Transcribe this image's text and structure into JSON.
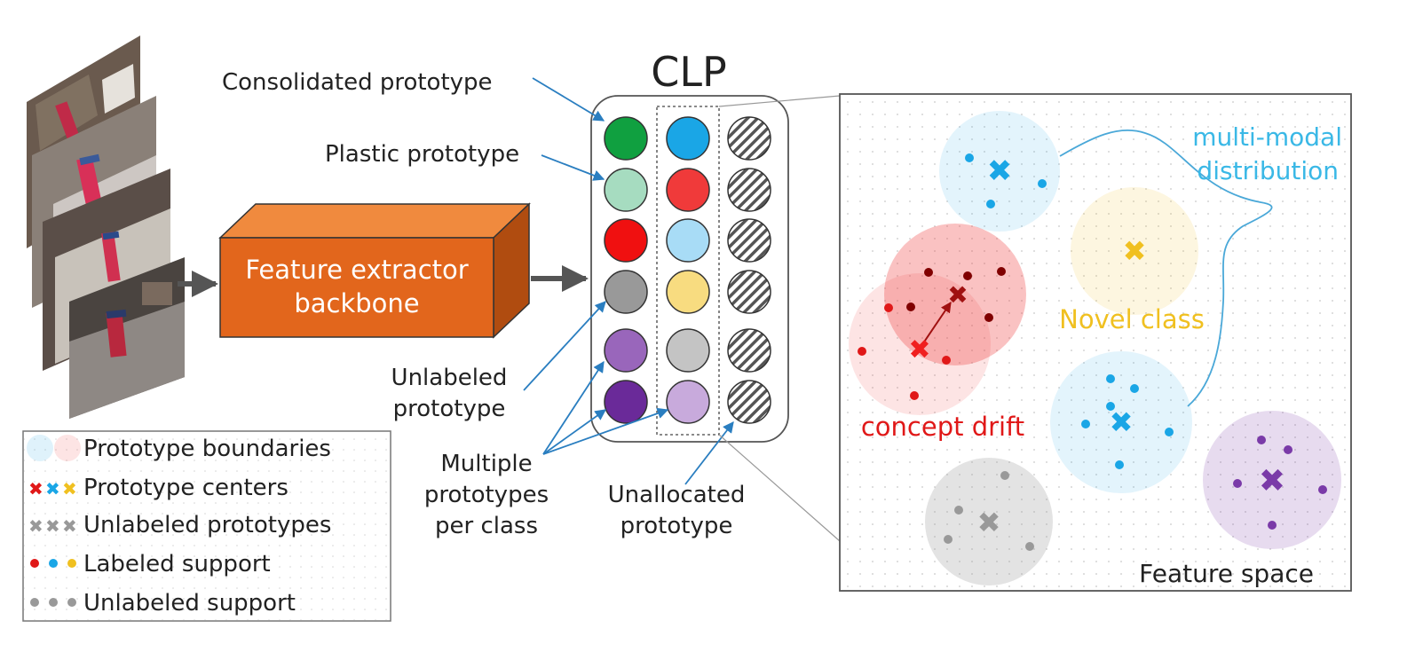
{
  "clp": {
    "title": "CLP",
    "label_consolidated": "Consolidated prototype",
    "label_plastic": "Plastic prototype",
    "label_unlabeled_line1": "Unlabeled",
    "label_unlabeled_line2": "prototype",
    "label_multiple_line1": "Multiple",
    "label_multiple_line2": "prototypes",
    "label_multiple_line3": "per class",
    "label_unallocated_line1": "Unallocated",
    "label_unallocated_line2": "prototype",
    "col1_colors": [
      "#10a040",
      "#a6dcc0",
      "#f01010",
      "#999999",
      "#9966bb",
      "#6a2a99"
    ],
    "col2_colors": [
      "#1aa6e6",
      "#f03a3a",
      "#a8dcf6",
      "#f8dc80",
      "#c4c4c4",
      "#c8aadc"
    ]
  },
  "backbone": {
    "line1": "Feature extractor",
    "line2": "backbone",
    "color": "#e2661c"
  },
  "legend": {
    "boundaries": "Prototype boundaries",
    "centers": "Prototype centers",
    "unlabeled_prototypes": "Unlabeled prototypes",
    "labeled_support": "Labeled support",
    "unlabeled_support": "Unlabeled support"
  },
  "feature_space": {
    "label": "Feature space",
    "multimodal_line1": "multi-modal",
    "multimodal_line2": "distribution",
    "novel_class": "Novel class",
    "concept_drift": "concept drift"
  },
  "colors": {
    "blue": "#1aa6e6",
    "red": "#e01818",
    "yellow": "#f0c020",
    "purple": "#7a3aa8",
    "gray": "#999999",
    "arrow_blue": "#2a7ec0"
  }
}
